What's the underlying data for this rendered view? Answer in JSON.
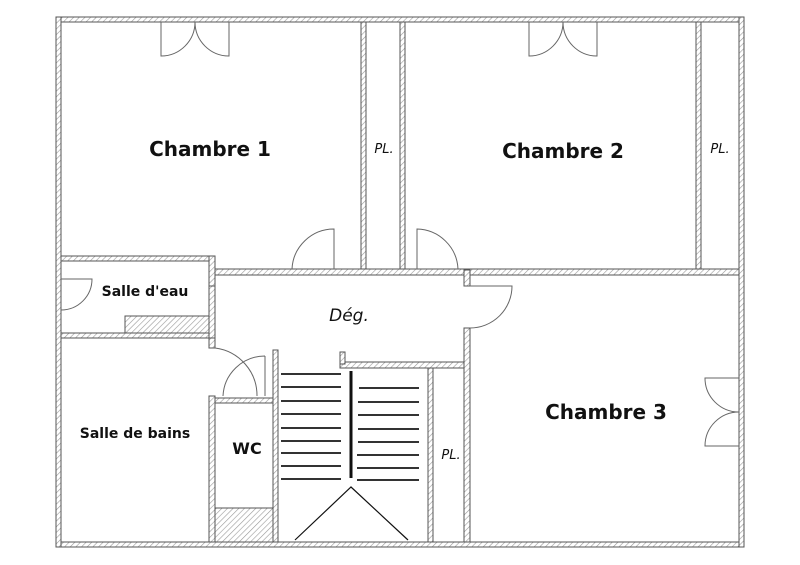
{
  "plan": {
    "rooms": {
      "chambre1": "Chambre 1",
      "chambre2": "Chambre 2",
      "chambre3": "Chambre 3",
      "salle_eau": "Salle d'eau",
      "salle_bains": "Salle de bains",
      "wc": "WC",
      "degagement": "Dég.",
      "placard1": "PL.",
      "placard2": "PL.",
      "placard3": "PL."
    },
    "colors": {
      "wall_stroke": "#555555",
      "hatch": "#999999",
      "text": "#111111"
    }
  }
}
